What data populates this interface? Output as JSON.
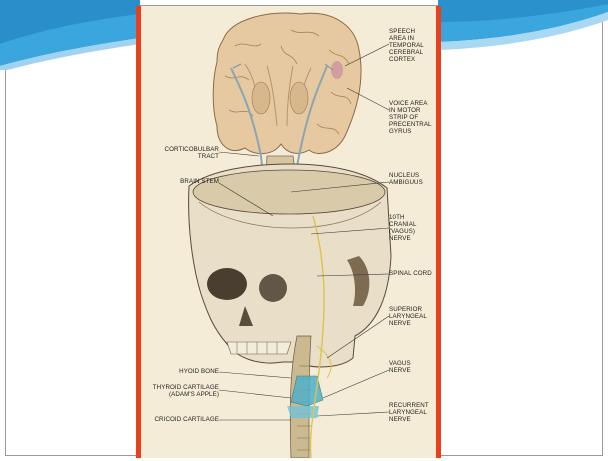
{
  "slide": {
    "accent_colors": {
      "swoosh_blue": "#3aa6dd",
      "border_red": "#e8401c"
    }
  },
  "figure": {
    "labels": {
      "speech_area": "SPEECH\nAREA IN\nTEMPORAL\nCEREBRAL\nCORTEX",
      "voice_area": "VOICE AREA\nIN MOTOR\nSTRIP OF\nPRECENTRAL\nGYRUS",
      "corticobulbar_tract": "CORTICOBULBAR\nTRACT",
      "nucleus_ambiguus": "NUCLEUS\nAMBIGUUS",
      "brain_stem": "BRAIN STEM",
      "cranial_nerve_10": "10TH\nCRANIAL\n(VAGUS)\nNERVE",
      "spinal_cord": "SPINAL CORD",
      "superior_laryngeal": "SUPERIOR\nLARYNGEAL\nNERVE",
      "hyoid_bone": "HYOID BONE",
      "vagus_nerve": "VAGUS\nNERVE",
      "thyroid_cartilage": "THYROID CARTILAGE\n(ADAM'S APPLE)",
      "recurrent_laryngeal": "RECURRENT\nLARYNGEAL\nNERVE",
      "cricoid_cartilage": "CRICOID CARTILAGE"
    }
  }
}
